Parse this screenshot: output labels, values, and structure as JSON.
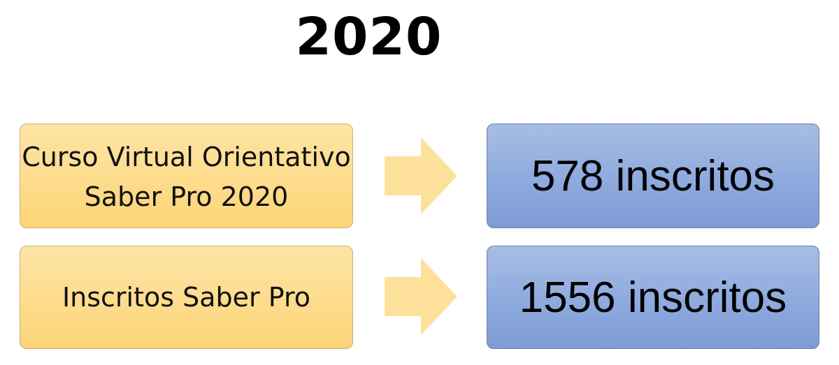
{
  "title": "2020",
  "rows": [
    {
      "label": "Curso Virtual Orientativo Saber Pro 2020",
      "value": "578 inscritos"
    },
    {
      "label": "Inscritos Saber Pro",
      "value": "1556 inscritos"
    }
  ],
  "colors": {
    "left_box_fill": "#fddc8d",
    "right_box_fill": "#8eaade",
    "arrow_fill": "#fde19a"
  },
  "icons": {
    "arrow": "right-arrow-icon"
  }
}
